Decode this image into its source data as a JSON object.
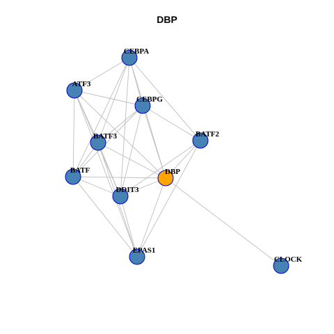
{
  "title": "DBP",
  "colors": {
    "node_default": "#4682B4",
    "node_highlight": "#FFA500",
    "node_stroke": "#0000CD",
    "edge": "#BEBEBE",
    "label": "#000000"
  },
  "nodes": [
    {
      "id": "CEBPA",
      "label": "CEBPA",
      "highlight": false
    },
    {
      "id": "ATF3",
      "label": "ATF3",
      "highlight": false
    },
    {
      "id": "CEBPG",
      "label": "CEBPG",
      "highlight": false
    },
    {
      "id": "BATF3",
      "label": "BATF3",
      "highlight": false
    },
    {
      "id": "BATF2",
      "label": "BATF2",
      "highlight": false
    },
    {
      "id": "BATF",
      "label": "BATF",
      "highlight": false
    },
    {
      "id": "DBP",
      "label": "DBP",
      "highlight": true
    },
    {
      "id": "DDIT3",
      "label": "DDIT3",
      "highlight": false
    },
    {
      "id": "EPAS1",
      "label": "EPAS1",
      "highlight": false
    },
    {
      "id": "CLOCK",
      "label": "CLOCK",
      "highlight": false
    }
  ],
  "edges": [
    [
      "CEBPA",
      "ATF3"
    ],
    [
      "CEBPA",
      "CEBPG"
    ],
    [
      "CEBPA",
      "BATF3"
    ],
    [
      "CEBPA",
      "BATF2"
    ],
    [
      "CEBPA",
      "BATF"
    ],
    [
      "CEBPA",
      "DBP"
    ],
    [
      "CEBPA",
      "DDIT3"
    ],
    [
      "ATF3",
      "CEBPG"
    ],
    [
      "ATF3",
      "BATF3"
    ],
    [
      "ATF3",
      "BATF"
    ],
    [
      "ATF3",
      "DBP"
    ],
    [
      "ATF3",
      "DDIT3"
    ],
    [
      "ATF3",
      "EPAS1"
    ],
    [
      "CEBPG",
      "BATF3"
    ],
    [
      "CEBPG",
      "BATF2"
    ],
    [
      "CEBPG",
      "BATF"
    ],
    [
      "CEBPG",
      "DBP"
    ],
    [
      "CEBPG",
      "DDIT3"
    ],
    [
      "BATF3",
      "BATF"
    ],
    [
      "BATF3",
      "DBP"
    ],
    [
      "BATF3",
      "DDIT3"
    ],
    [
      "BATF3",
      "EPAS1"
    ],
    [
      "BATF2",
      "DBP"
    ],
    [
      "BATF2",
      "DDIT3"
    ],
    [
      "BATF2",
      "EPAS1"
    ],
    [
      "BATF",
      "DBP"
    ],
    [
      "BATF",
      "DDIT3"
    ],
    [
      "BATF",
      "EPAS1"
    ],
    [
      "DBP",
      "DDIT3"
    ],
    [
      "DBP",
      "EPAS1"
    ],
    [
      "DBP",
      "CLOCK"
    ],
    [
      "DDIT3",
      "EPAS1"
    ]
  ]
}
